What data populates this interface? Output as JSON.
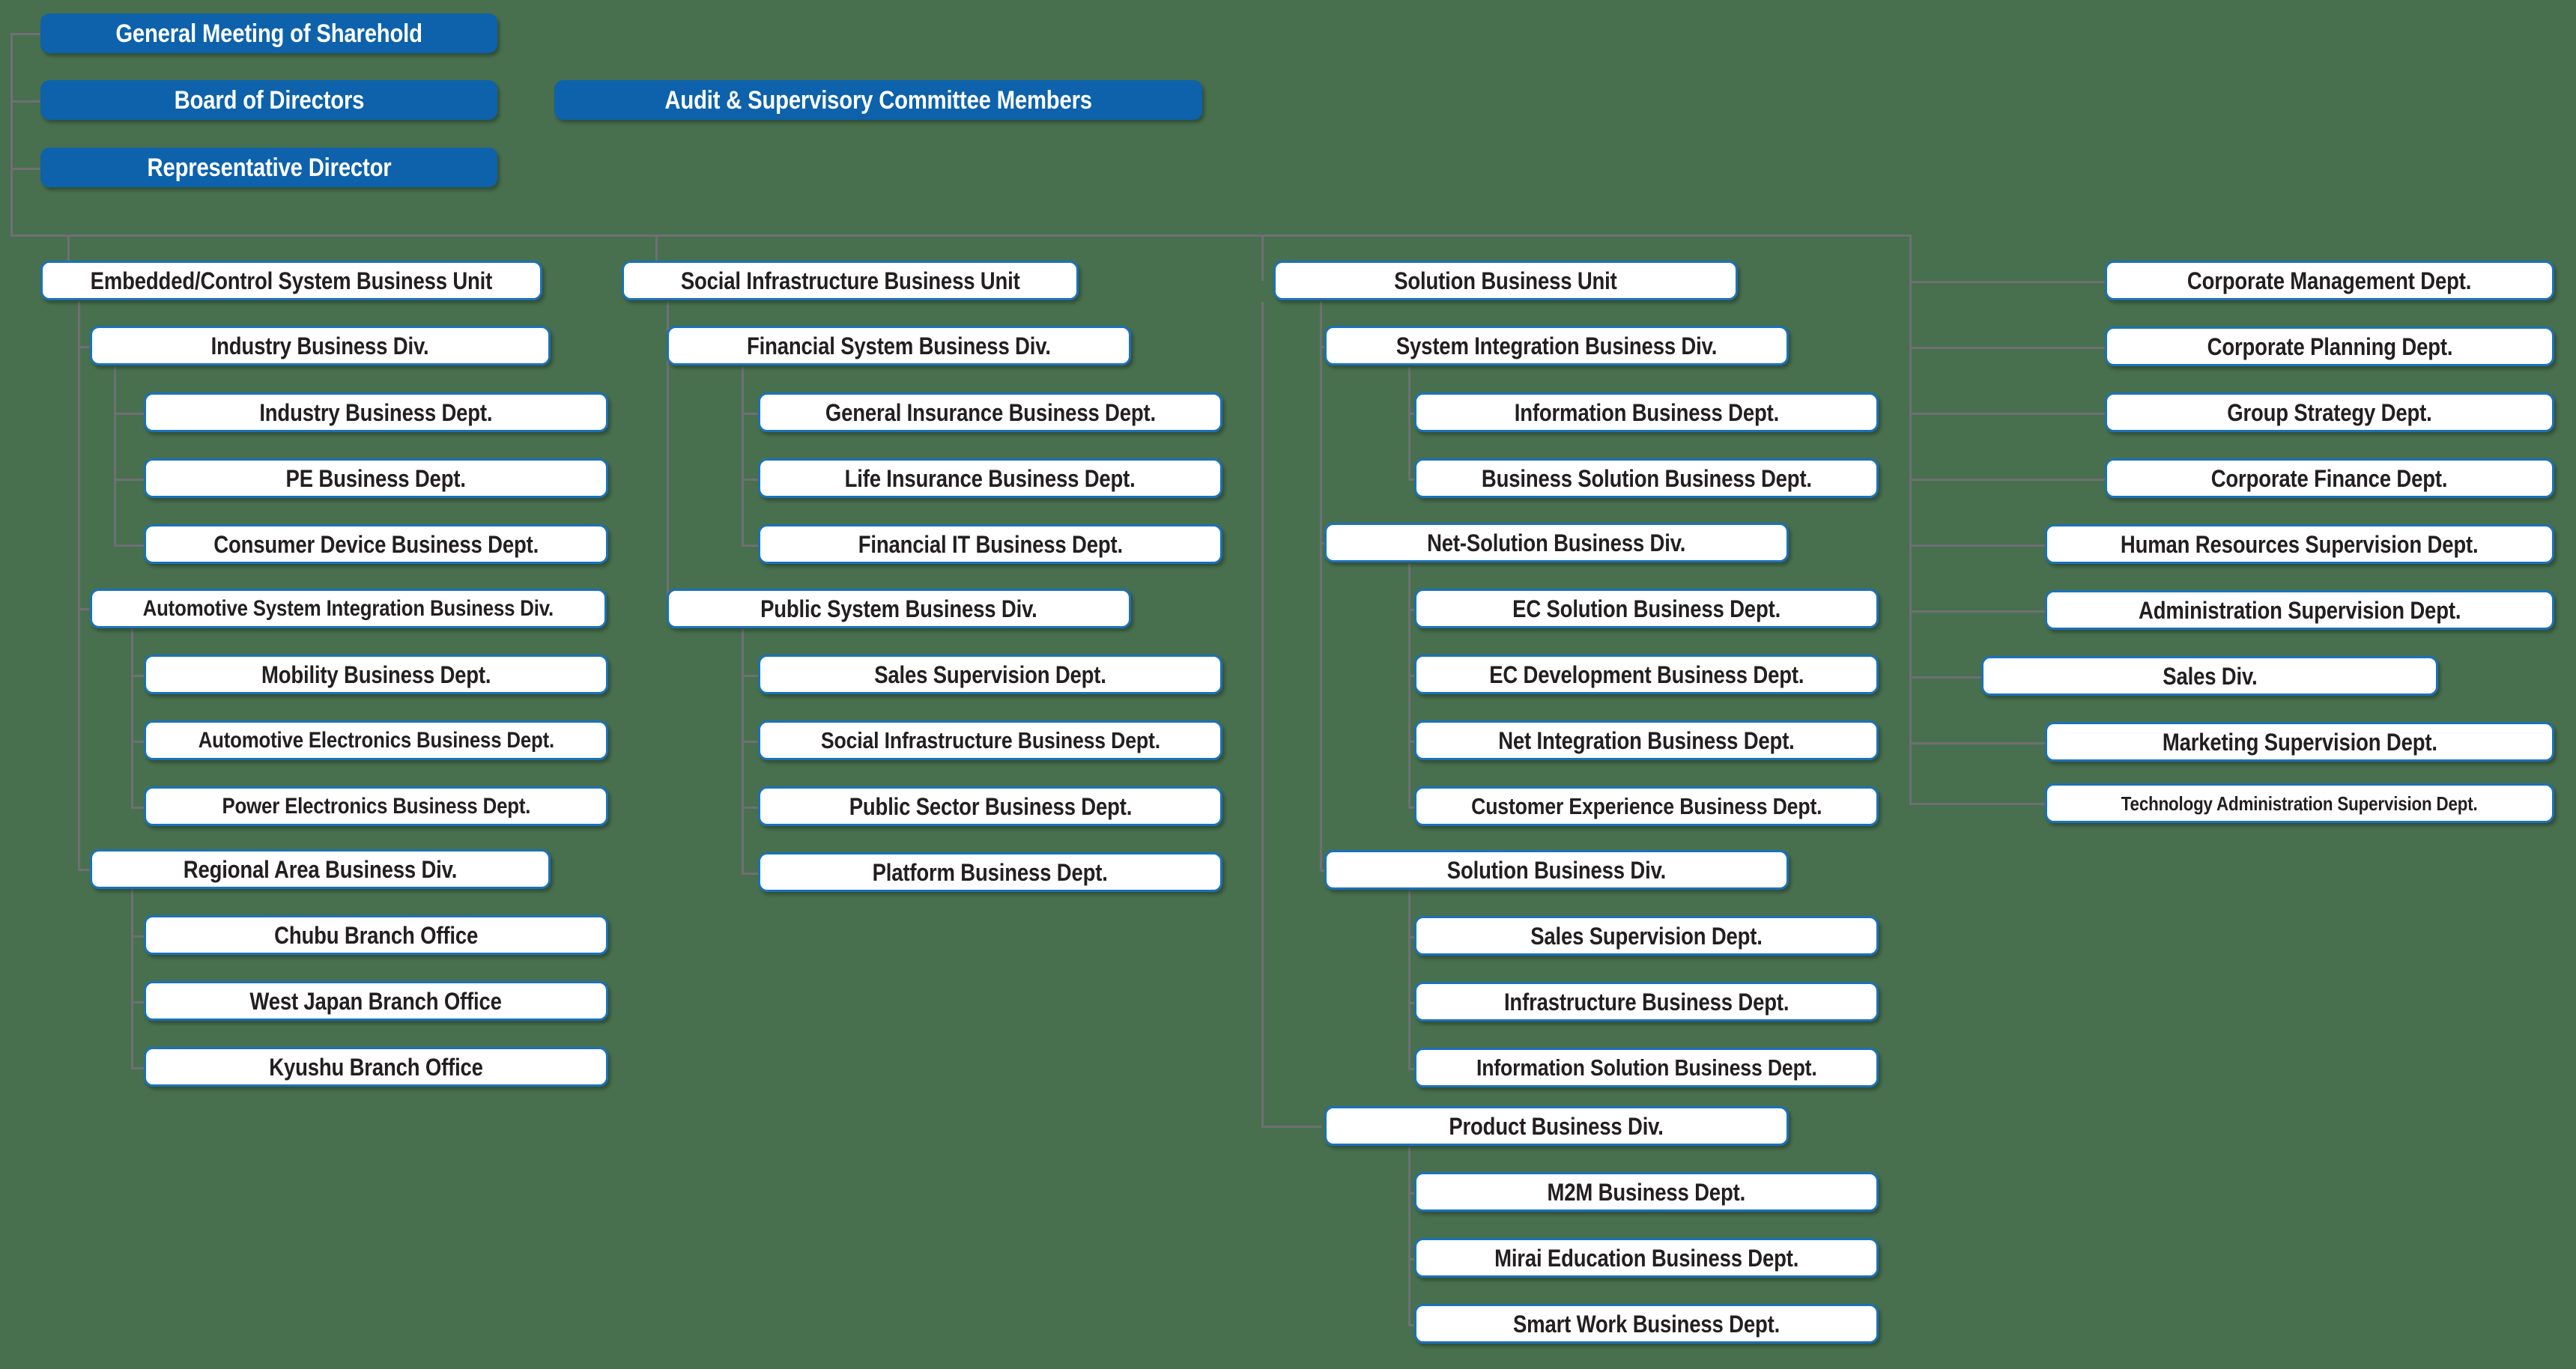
{
  "colors": {
    "background": "#48704e",
    "accent_blue": "#0d62ab",
    "box_border": "#1a72b8",
    "connector": "#6f6f75",
    "box_fill": "#ffffff",
    "text_dark": "#231f20",
    "text_light": "#ffffff"
  },
  "top": {
    "shareholders": "General Meeting of Sharehold",
    "board": "Board of Directors",
    "representative": "Representative  Director",
    "audit": "Audit & Supervisory Committee Members"
  },
  "columns": {
    "embedded": {
      "unit": "Embedded/Control System Business Unit",
      "divisions": [
        {
          "name": "Industry Business Div.",
          "departments": [
            "Industry Business Dept.",
            "PE Business Dept.",
            "Consumer Device Business Dept."
          ]
        },
        {
          "name": "Automotive System Integration Business Div.",
          "departments": [
            "Mobility Business Dept.",
            "Automotive Electronics Business Dept.",
            "Power Electronics Business Dept."
          ]
        },
        {
          "name": "Regional Area Business Div.",
          "departments": [
            "Chubu Branch Office",
            "West Japan Branch Office",
            "Kyushu Branch Office"
          ]
        }
      ]
    },
    "social": {
      "unit": "Social Infrastructure Business Unit",
      "divisions": [
        {
          "name": "Financial System Business Div.",
          "departments": [
            "General Insurance Business Dept.",
            "Life Insurance Business Dept.",
            "Financial IT Business Dept."
          ]
        },
        {
          "name": "Public System Business Div.",
          "departments": [
            "Sales Supervision Dept.",
            "Social Infrastructure Business Dept.",
            "Public Sector Business Dept.",
            "Platform Business Dept."
          ]
        }
      ]
    },
    "solution": {
      "unit": "Solution Business Unit",
      "divisions": [
        {
          "name": "System Integration Business Div.",
          "departments": [
            "Information Business Dept.",
            "Business Solution Business Dept."
          ]
        },
        {
          "name": "Net-Solution Business Div.",
          "departments": [
            "EC Solution Business Dept.",
            "EC Development Business Dept.",
            "Net Integration Business Dept.",
            "Customer Experience Business Dept."
          ]
        },
        {
          "name": "Solution Business Div.",
          "departments": [
            "Sales Supervision Dept.",
            "Infrastructure Business Dept.",
            "Information Solution Business Dept."
          ]
        },
        {
          "name": "Product Business Div.",
          "departments": [
            "M2M Business Dept.",
            "Mirai Education Business Dept.",
            "Smart Work Business Dept."
          ]
        }
      ]
    },
    "corporate": {
      "departments": [
        "Corporate Management Dept.",
        "Corporate Planning Dept.",
        "Group Strategy Dept.",
        "Corporate Finance Dept.",
        "Human Resources Supervision Dept.",
        "Administration Supervision Dept.",
        "Sales Div.",
        "Marketing Supervision Dept.",
        "Technology Administration Supervision Dept."
      ]
    }
  }
}
